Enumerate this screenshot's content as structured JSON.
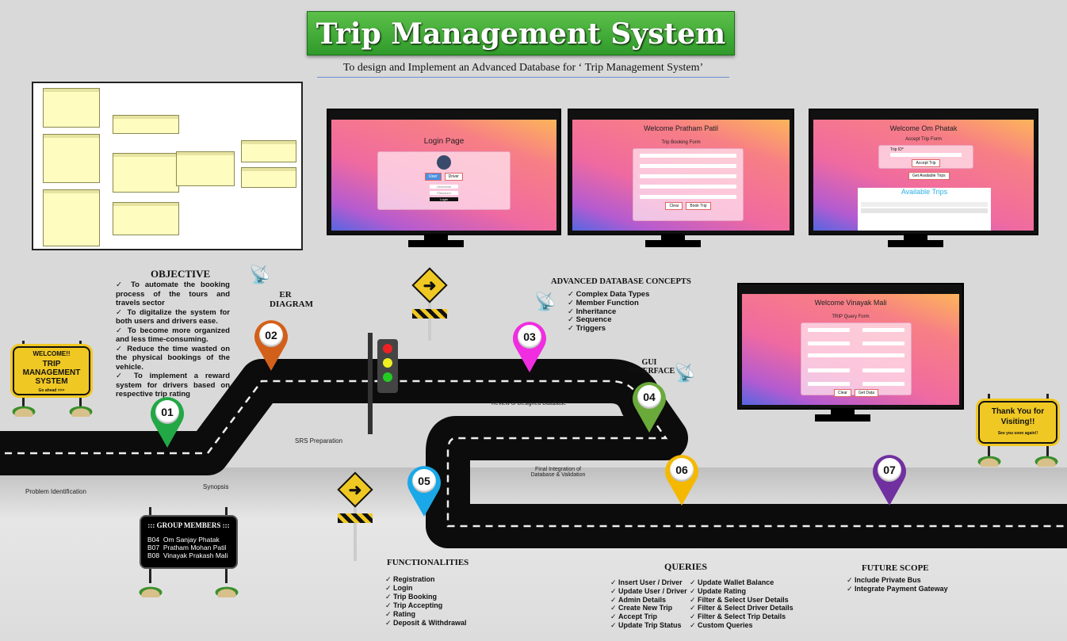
{
  "header": {
    "title": "Trip Management System",
    "subtitle": "To design and Implement an Advanced Database for ‘ Trip Management System’"
  },
  "welcome_sign": {
    "line1": "WELCOME!!",
    "line2": "TRIP MANAGEMENT SYSTEM",
    "line3": "Go ahead >>>"
  },
  "thanks_sign": {
    "line1": "Thank You for Visiting!!",
    "line2": "See you soon again!!"
  },
  "objective": {
    "heading": "OBJECTIVE",
    "items": [
      "To automate the booking process of the tours and travels sector",
      "To digitalize the system for both users and drivers ease.",
      "To become more organized and less time-consuming.",
      "Reduce the time wasted on the physical bookings of the vehicle.",
      "To implement a reward system for drivers based on respective trip rating"
    ]
  },
  "milestones": [
    {
      "num": "01",
      "color": "#22a845"
    },
    {
      "num": "02",
      "color": "#d2601a",
      "label": "ER DIAGRAM"
    },
    {
      "num": "03",
      "color": "#f02de0",
      "label": "ADVANCED DATABASE CONCEPTS"
    },
    {
      "num": "04",
      "color": "#6aaa3a",
      "label": "GUI INTERFACE"
    },
    {
      "num": "05",
      "color": "#1aa8e8",
      "label": "FUNCTIONALITIES"
    },
    {
      "num": "06",
      "color": "#f5b800",
      "label": "QUERIES"
    },
    {
      "num": "07",
      "color": "#7030a0",
      "label": "FUTURE SCOPE"
    }
  ],
  "road_labels": {
    "problem": "Problem Identification",
    "synopsis": "Synopsis",
    "srs": "SRS Preparation",
    "review": "Review of Designed Database",
    "integration": "Final Integration of Database & Validation"
  },
  "advanced_concepts": [
    "Complex Data Types",
    "Member Function",
    "Inheritance",
    "Sequence",
    "Triggers"
  ],
  "group": {
    "heading": "::: GROUP MEMBERS :::",
    "members": [
      {
        "id": "B04",
        "name": "Om Sanjay Phatak"
      },
      {
        "id": "B07",
        "name": "Pratham Mohan Patil"
      },
      {
        "id": "B08",
        "name": "Vinayak Prakash Mali"
      }
    ]
  },
  "functionalities": [
    "Registration",
    "Login",
    "Trip Booking",
    "Trip Accepting",
    "Rating",
    "Deposit & Withdrawal"
  ],
  "queries": {
    "col1": [
      "Insert User / Driver",
      "Update User / Driver",
      "Admin Details",
      "Create New Trip",
      "Accept Trip",
      "Update Trip Status"
    ],
    "col2": [
      "Update Wallet Balance",
      "Update Rating",
      "Filter & Select User Details",
      "Filter & Select Driver Details",
      "Filter & Select Trip Details",
      "Custom Queries"
    ]
  },
  "future_scope": [
    "Include Private Bus",
    "Integrate Payment Gateway"
  ],
  "screens": {
    "login": {
      "title": "Login Page",
      "tabs": [
        "User",
        "Driver"
      ],
      "fields": [
        "Username",
        "Password"
      ],
      "button": "Login"
    },
    "booking": {
      "title": "Welcome Pratham Patil",
      "form": "Trip Booking Form",
      "buttons": [
        "Clear",
        "Book Trip"
      ]
    },
    "accept": {
      "title": "Welcome Om Phatak",
      "form": "Accept Trip Form",
      "field": "Trip ID*",
      "buttons": [
        "Accept Trip",
        "Get Available Trips"
      ],
      "table_title": "Available Trips"
    },
    "query": {
      "title": "Welcome Vinayak Mali",
      "form": "TRIP Query Form",
      "buttons": [
        "Clear",
        "Get Data"
      ]
    }
  },
  "icons": {
    "dish": "satellite-dish-icon",
    "arrow": "arrow-right-sign-icon",
    "traffic": "traffic-light-icon"
  }
}
